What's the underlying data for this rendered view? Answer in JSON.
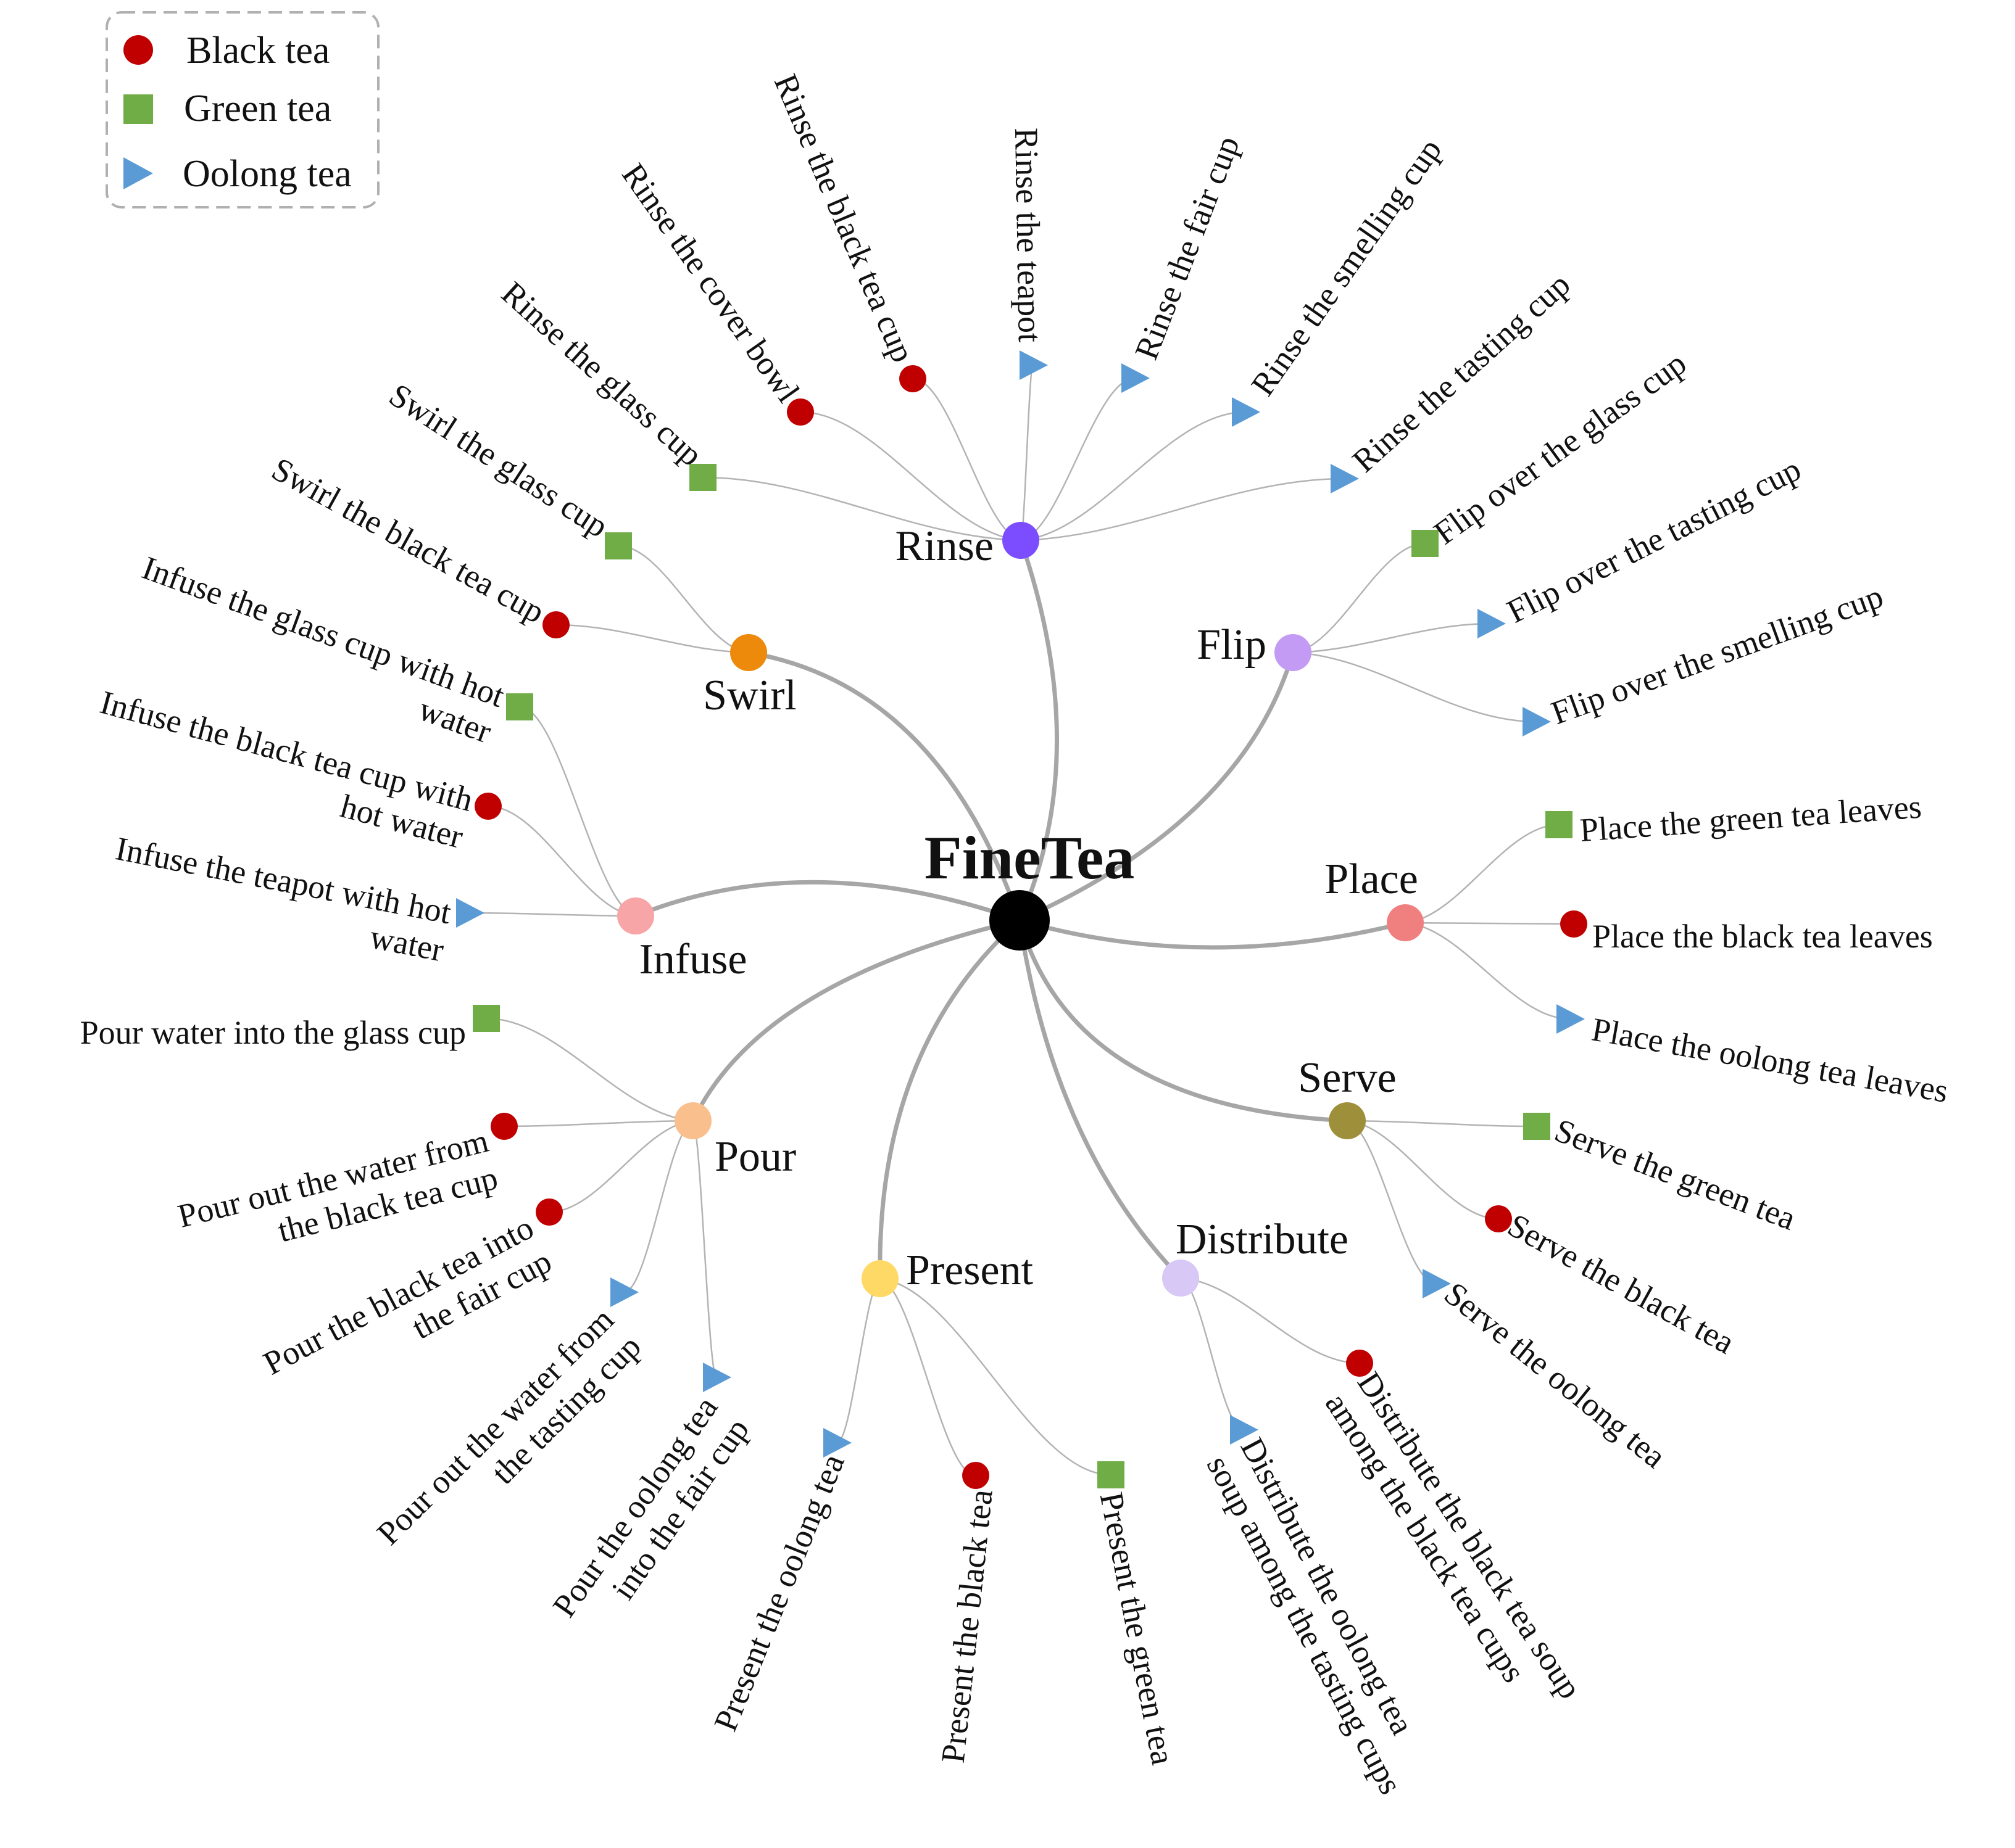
{
  "legend": [
    {
      "label": "Black tea",
      "marker": "circle",
      "color": "#c00000"
    },
    {
      "label": "Green tea",
      "marker": "square",
      "color": "#70ad47"
    },
    {
      "label": "Oolong tea",
      "marker": "triangle",
      "color": "#5b9bd5"
    }
  ],
  "root": {
    "label": "FineTea",
    "color": "#ff0000"
  },
  "categories": [
    {
      "id": "rinse",
      "label": "Rinse",
      "color": "#7b4dff",
      "leaves": [
        {
          "lines": [
            "Rinse the glass cup"
          ],
          "tea": "green"
        },
        {
          "lines": [
            "Rinse the cover bowl"
          ],
          "tea": "black"
        },
        {
          "lines": [
            "Rinse the black tea cup"
          ],
          "tea": "black"
        },
        {
          "lines": [
            "Rinse the teapot"
          ],
          "tea": "oolong"
        },
        {
          "lines": [
            "Rinse the fair cup"
          ],
          "tea": "oolong"
        },
        {
          "lines": [
            "Rinse the smelling cup"
          ],
          "tea": "oolong"
        },
        {
          "lines": [
            "Rinse the tasting cup"
          ],
          "tea": "oolong"
        }
      ]
    },
    {
      "id": "flip",
      "label": "Flip",
      "color": "#c39bf5",
      "leaves": [
        {
          "lines": [
            "Flip over the glass cup"
          ],
          "tea": "green"
        },
        {
          "lines": [
            "Flip over the tasting cup"
          ],
          "tea": "oolong"
        },
        {
          "lines": [
            "Flip over the smelling cup"
          ],
          "tea": "oolong"
        }
      ]
    },
    {
      "id": "place",
      "label": "Place",
      "color": "#f08080",
      "leaves": [
        {
          "lines": [
            "Place the green tea leaves"
          ],
          "tea": "green"
        },
        {
          "lines": [
            "Place the black tea leaves"
          ],
          "tea": "black"
        },
        {
          "lines": [
            "Place the oolong tea leaves"
          ],
          "tea": "oolong"
        }
      ]
    },
    {
      "id": "serve",
      "label": "Serve",
      "color": "#9e8f3b",
      "leaves": [
        {
          "lines": [
            "Serve the green tea"
          ],
          "tea": "green"
        },
        {
          "lines": [
            "Serve the black tea"
          ],
          "tea": "black"
        },
        {
          "lines": [
            "Serve the oolong tea"
          ],
          "tea": "oolong"
        }
      ]
    },
    {
      "id": "distribute",
      "label": "Distribute",
      "color": "#d8c8f5",
      "leaves": [
        {
          "lines": [
            "Distribute the black tea soup",
            "among the black tea cups"
          ],
          "tea": "black"
        },
        {
          "lines": [
            "Distribute the oolong tea",
            "soup among the tasting cups"
          ],
          "tea": "oolong"
        }
      ]
    },
    {
      "id": "present",
      "label": "Present",
      "color": "#ffd966",
      "leaves": [
        {
          "lines": [
            "Present the oolong tea"
          ],
          "tea": "oolong"
        },
        {
          "lines": [
            "Present the black tea"
          ],
          "tea": "black"
        },
        {
          "lines": [
            "Present the green tea"
          ],
          "tea": "green"
        }
      ]
    },
    {
      "id": "pour",
      "label": "Pour",
      "color": "#f9c08e",
      "leaves": [
        {
          "lines": [
            "Pour water into the glass cup"
          ],
          "tea": "green"
        },
        {
          "lines": [
            "Pour out the water from",
            "the black tea cup"
          ],
          "tea": "black"
        },
        {
          "lines": [
            "Pour the black tea into",
            "the fair cup"
          ],
          "tea": "black"
        },
        {
          "lines": [
            "Pour out the water from",
            "the tasting cup"
          ],
          "tea": "oolong"
        },
        {
          "lines": [
            "Pour the oolong tea",
            "into the fair cup"
          ],
          "tea": "oolong"
        }
      ]
    },
    {
      "id": "infuse",
      "label": "Infuse",
      "color": "#f8a5a8",
      "leaves": [
        {
          "lines": [
            "Infuse the glass cup with hot",
            "water"
          ],
          "tea": "green"
        },
        {
          "lines": [
            "Infuse the black tea cup with",
            "hot water"
          ],
          "tea": "black"
        },
        {
          "lines": [
            "Infuse the teapot with hot",
            "water"
          ],
          "tea": "oolong"
        }
      ]
    },
    {
      "id": "swirl",
      "label": "Swirl",
      "color": "#ed8a0c",
      "leaves": [
        {
          "lines": [
            "Swirl the glass cup"
          ],
          "tea": "green"
        },
        {
          "lines": [
            "Swirl the black tea cup"
          ],
          "tea": "black"
        }
      ]
    }
  ]
}
